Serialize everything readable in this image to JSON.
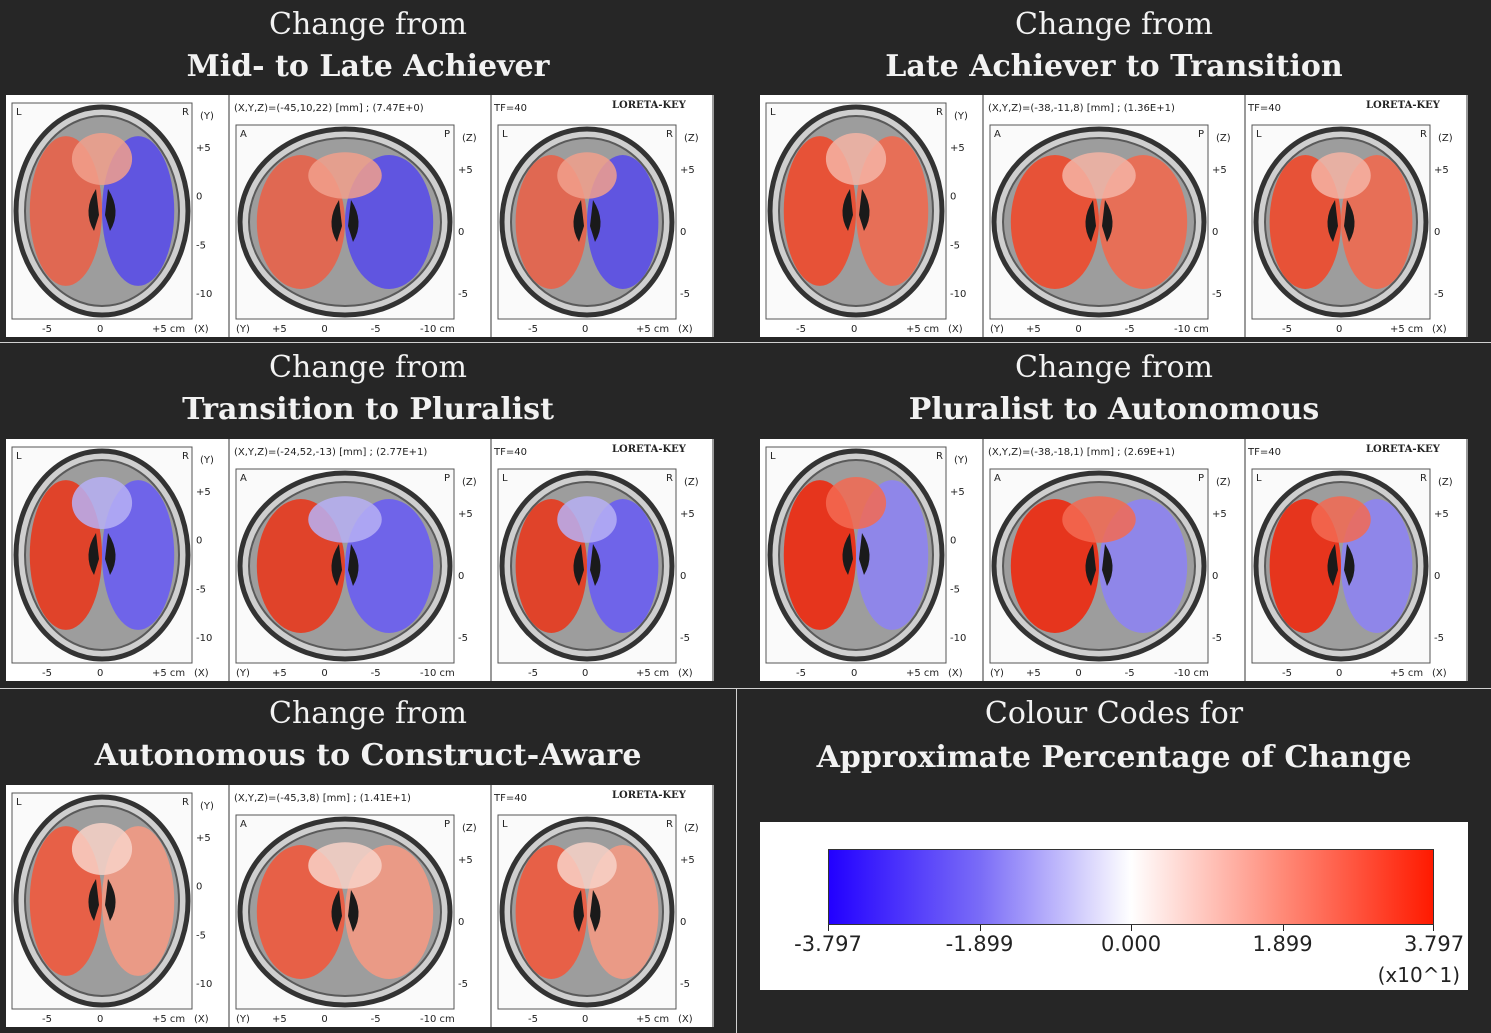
{
  "panels": [
    {
      "heading": "Change from",
      "subheading": "Mid- to Late Achiever",
      "coord": "(X,Y,Z)=(-45,10,22) [mm] ; (7.47E+0)",
      "tf": "TF=40",
      "software": "LORETA-KEY",
      "colors": {
        "left": "#e8634a",
        "right": "#5a4ee8",
        "accent": "#f1a08c"
      }
    },
    {
      "heading": "Change from",
      "subheading": "Late Achiever to Transition",
      "coord": "(X,Y,Z)=(-38,-11,8) [mm] ; (1.36E+1)",
      "tf": "TF=40",
      "software": "LORETA-KEY",
      "colors": {
        "left": "#ef4a2c",
        "right": "#f06a50",
        "accent": "#f5b4a5"
      }
    },
    {
      "heading": "Change from",
      "subheading": "Transition to Pluralist",
      "coord": "(X,Y,Z)=(-24,52,-13) [mm] ; (2.77E+1)",
      "tf": "TF=40",
      "software": "LORETA-KEY",
      "colors": {
        "left": "#e83a1e",
        "right": "#6a5ef2",
        "accent": "#b7b0f5"
      }
    },
    {
      "heading": "Change from",
      "subheading": "Pluralist to Autonomous",
      "coord": "(X,Y,Z)=(-38,-18,1) [mm] ; (2.69E+1)",
      "tf": "TF=40",
      "software": "LORETA-KEY",
      "colors": {
        "left": "#ee2a10",
        "right": "#8e84f2",
        "accent": "#f36a52"
      }
    },
    {
      "heading": "Change from",
      "subheading": "Autonomous to Construct-Aware",
      "coord": "(X,Y,Z)=(-45,3,8) [mm] ; (1.41E+1)",
      "tf": "TF=40",
      "software": "LORETA-KEY",
      "colors": {
        "left": "#ef5a3e",
        "right": "#f39a84",
        "accent": "#f8d2c8"
      }
    }
  ],
  "axes": {
    "axial": {
      "left": "L",
      "right": "R",
      "axis_y": "(Y)",
      "axis_x": "(X)",
      "y_ticks": [
        "+5",
        "0",
        "-5",
        "-10"
      ],
      "x_ticks": [
        "-5",
        "0",
        "+5 cm"
      ]
    },
    "sagittal": {
      "left": "A",
      "right": "P",
      "axis_z": "(Z)",
      "axis_y": "(Y)",
      "z_ticks": [
        "+5",
        "0",
        "-5"
      ],
      "y_ticks": [
        "+5",
        "0",
        "-5",
        "-10 cm"
      ]
    },
    "coronal": {
      "left": "L",
      "right": "R",
      "axis_z": "(Z)",
      "axis_x": "(X)",
      "z_ticks": [
        "+5",
        "0",
        "-5"
      ],
      "x_ticks": [
        "-5",
        "0",
        "+5 cm"
      ]
    }
  },
  "legend": {
    "heading": "Colour Codes for",
    "subheading": "Approximate Percentage of Change",
    "tick_labels": [
      "-3.797",
      "-1.899",
      "0.000",
      "1.899",
      "3.797"
    ],
    "multiplier": "(x10^1)",
    "colors": {
      "min": "#2200ff",
      "mid": "#ffffff",
      "max": "#ff1a00"
    }
  }
}
